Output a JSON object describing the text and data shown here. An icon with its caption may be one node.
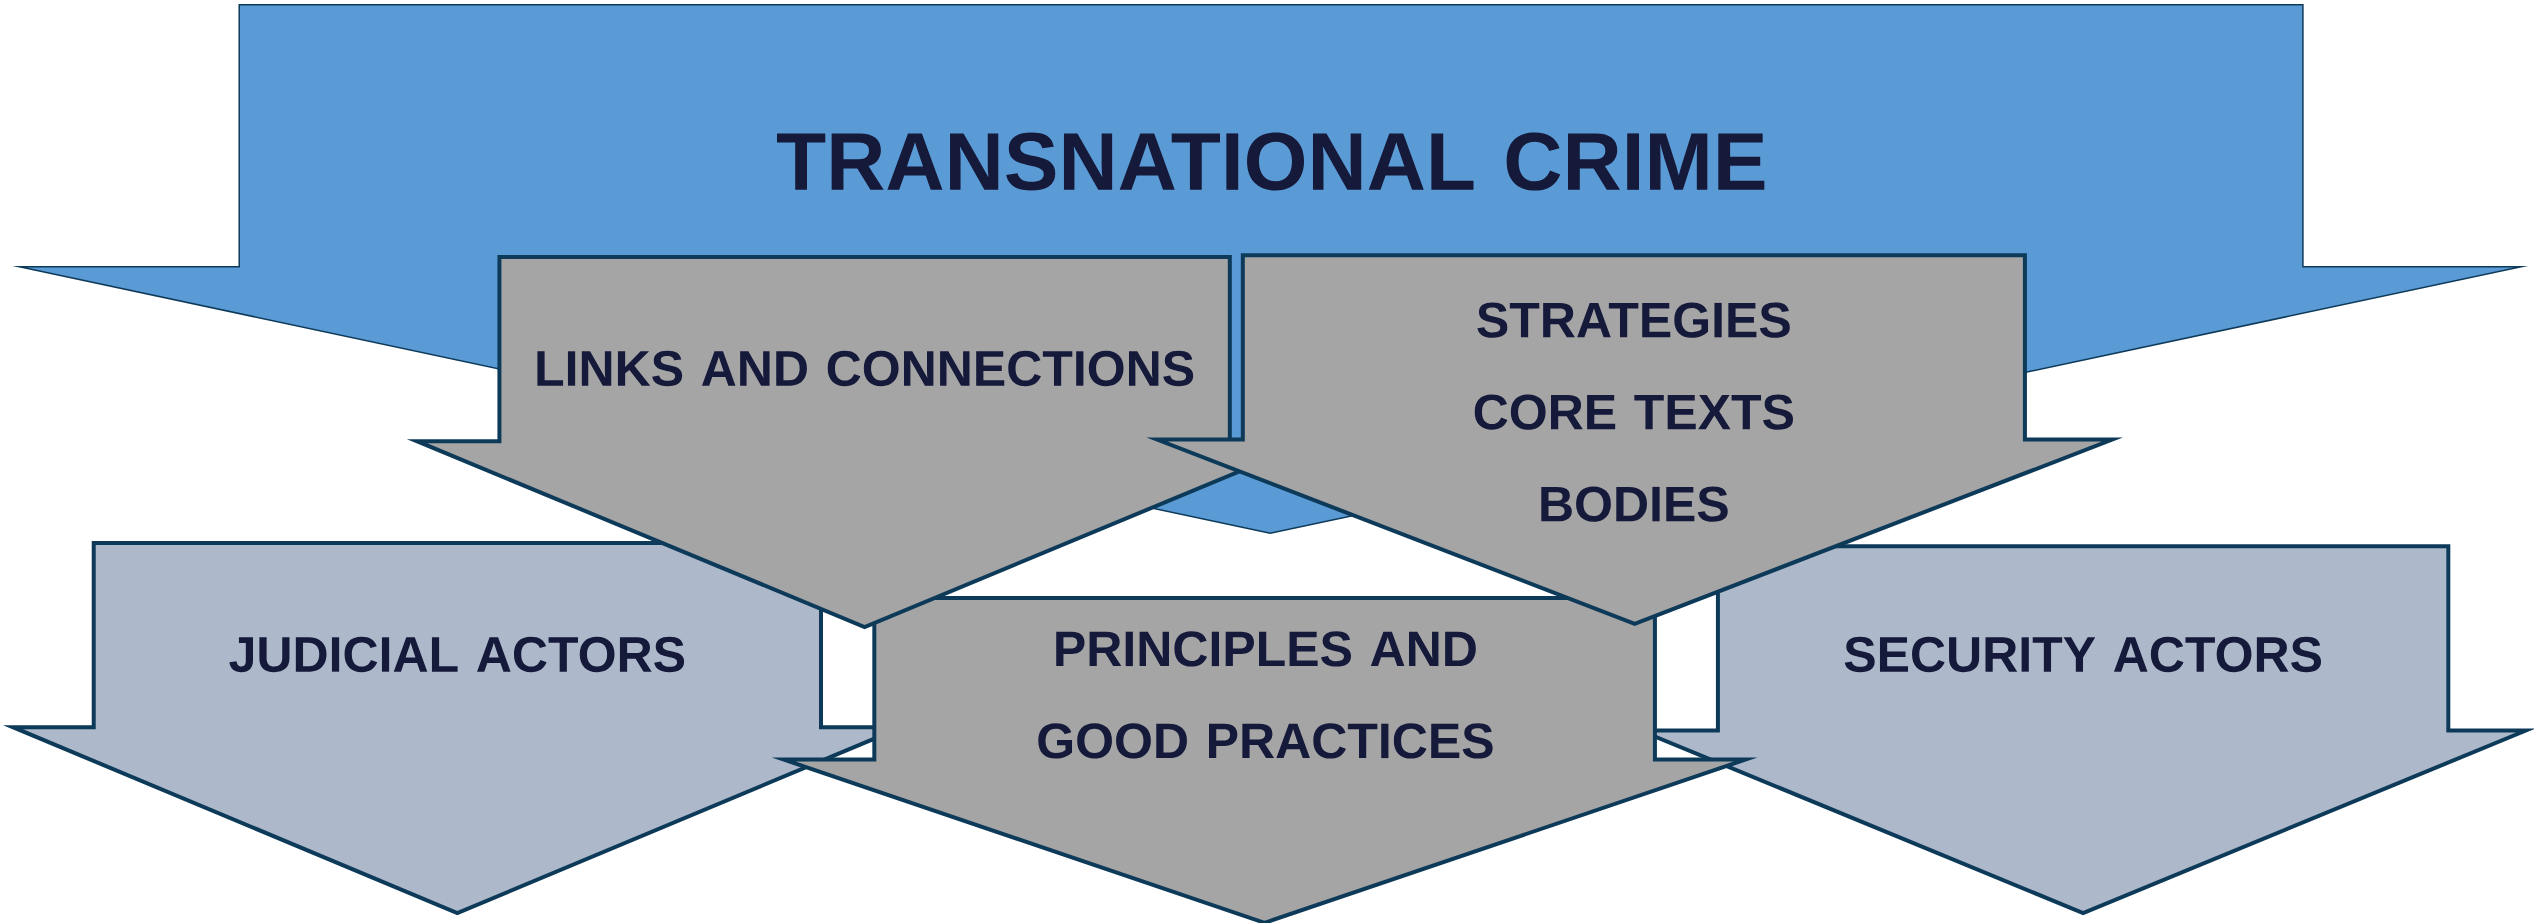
{
  "diagram": {
    "nodes": [
      {
        "text": [
          "TRANSNATIONAL CRIME"
        ]
      },
      {
        "text": [
          "JUDICIAL ACTORS"
        ]
      },
      {
        "text": [
          "SECURITY ACTORS"
        ]
      },
      {
        "text": [
          "PRINCIPLES AND GOOD PRACTICES"
        ]
      },
      {
        "text": [
          "LINKS AND CONNECTIONS"
        ]
      },
      {
        "text": [
          "STRATEGIES",
          "CORE TEXTS",
          "BODIES"
        ]
      }
    ]
  }
}
